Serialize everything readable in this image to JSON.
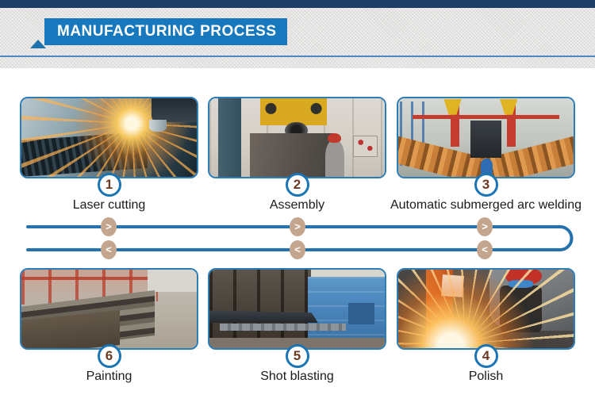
{
  "header": {
    "title": "MANUFACTURING PROCESS"
  },
  "steps": [
    {
      "number": "1",
      "label": "Laser cutting"
    },
    {
      "number": "2",
      "label": "Assembly"
    },
    {
      "number": "3",
      "label": "Automatic submerged arc welding"
    },
    {
      "number": "4",
      "label": "Polish"
    },
    {
      "number": "5",
      "label": "Shot blasting"
    },
    {
      "number": "6",
      "label": "Painting"
    }
  ],
  "flow": {
    "forward_arrow": ">",
    "backward_arrow": "<"
  },
  "colors": {
    "topbar": "#1c3e66",
    "banner_blue": "#1878be",
    "header_line": "#4e88c4",
    "flow_line": "#2473ae",
    "arrow_tan": "#c4a68e",
    "badge_border": "#1b74b4",
    "badge_number": "#6b3a22",
    "photo_border": "#2e7db6"
  },
  "icons": {
    "triangle_marker": "triangle-up",
    "forward_arrow": "chevron-right",
    "backward_arrow": "chevron-left"
  }
}
